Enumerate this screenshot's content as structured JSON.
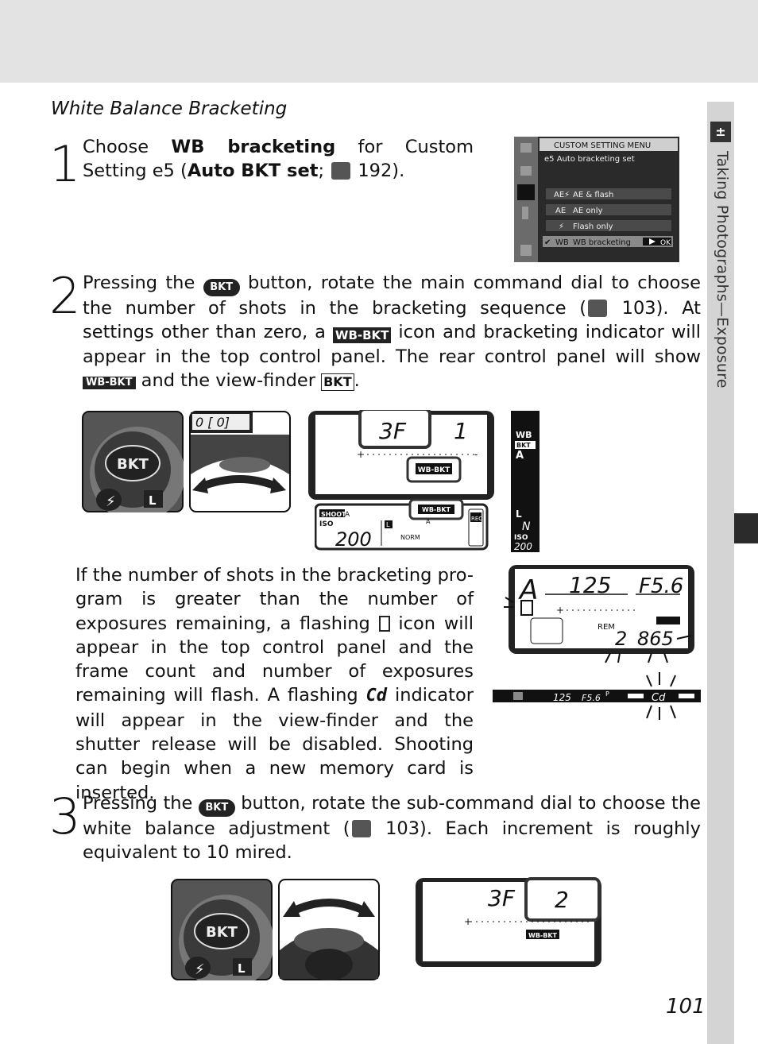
{
  "section": {
    "title": "White Balance Bracketing",
    "side_label": "Taking Photographs—Exposure",
    "page_number": "101"
  },
  "step1": {
    "number": "1",
    "text_a": "Choose ",
    "bold_a": "WB bracketing",
    "text_b": " for Custom Setting e5 (",
    "bold_b": "Auto BKT set",
    "text_c": "; ",
    "text_d": " 192)."
  },
  "menu": {
    "header": "CUSTOM SETTING MENU",
    "subtitle": "e5  Auto bracketing set",
    "items": [
      {
        "code": "AE⚡",
        "label": "AE & flash"
      },
      {
        "code": "AE",
        "label": "AE only"
      },
      {
        "code": "⚡",
        "label": "Flash only"
      },
      {
        "code": "WB",
        "label": "WB bracketing"
      }
    ],
    "ok_label": "OK"
  },
  "step2": {
    "number": "2",
    "t1": "Pressing the ",
    "bkt_label": "BKT",
    "t2": " button, rotate the main command dial to choose the number of shots in the bracketing sequence (",
    "t3": " 103).  At settings other than zero, a ",
    "wbbkt": "WB-BKT",
    "t4": " icon and bracketing indicator will appear in the top control panel.  The rear control panel will show ",
    "t5": " and the view-finder ",
    "t6": "."
  },
  "illustration2": {
    "btn_label": "BKT",
    "lock_label": "L",
    "lcd_main": "3F",
    "lcd_shots": "1",
    "wbbkt_tag": "WB-BKT",
    "rear_shoot": "SHOOT",
    "rear_a": "A",
    "rear_iso": "ISO",
    "rear_iso_val": "200",
    "rear_l": "L",
    "rear_norm": "NORM",
    "rear_rec": "REC",
    "vf_top": "WB",
    "vf_bkt": "BKT",
    "vf_a": "A",
    "vf_l": "L",
    "vf_n": "N",
    "vf_iso": "ISO",
    "vf_iso_val": "200",
    "dial_window": "0 [   0]"
  },
  "paragraph_flash": {
    "t1": "If the number of shots in the bracketing pro-gram is greater than the number of exposures remaining, a flashing ",
    "t2": " icon will appear in the top control panel and the frame count and number of exposures remaining will flash.  A flashing ",
    "cd": "Cd",
    "t3": " indicator will appear in the view-finder and the shutter release will be disabled.  Shooting can begin when a new memory card is inserted."
  },
  "illustration_flash": {
    "mode": "A",
    "shutter": "125",
    "aperture": "F5.6",
    "rem": "REM",
    "count": "2",
    "remaining": "865",
    "vf_shutter": "125",
    "vf_aperture": "F5.6",
    "vf_p": "P",
    "vf_cd": "Cd"
  },
  "step3": {
    "number": "3",
    "t1": "Pressing the ",
    "bkt_label": "BKT",
    "t2": " button, rotate the sub-command dial to choose the white balance adjustment (",
    "t3": " 103).  Each increment is roughly equivalent to 10 mired."
  },
  "illustration3": {
    "btn_label": "BKT",
    "lock_label": "L",
    "lcd_main": "3F",
    "lcd_val": "2",
    "wbbkt_tag": "WB-BKT"
  }
}
